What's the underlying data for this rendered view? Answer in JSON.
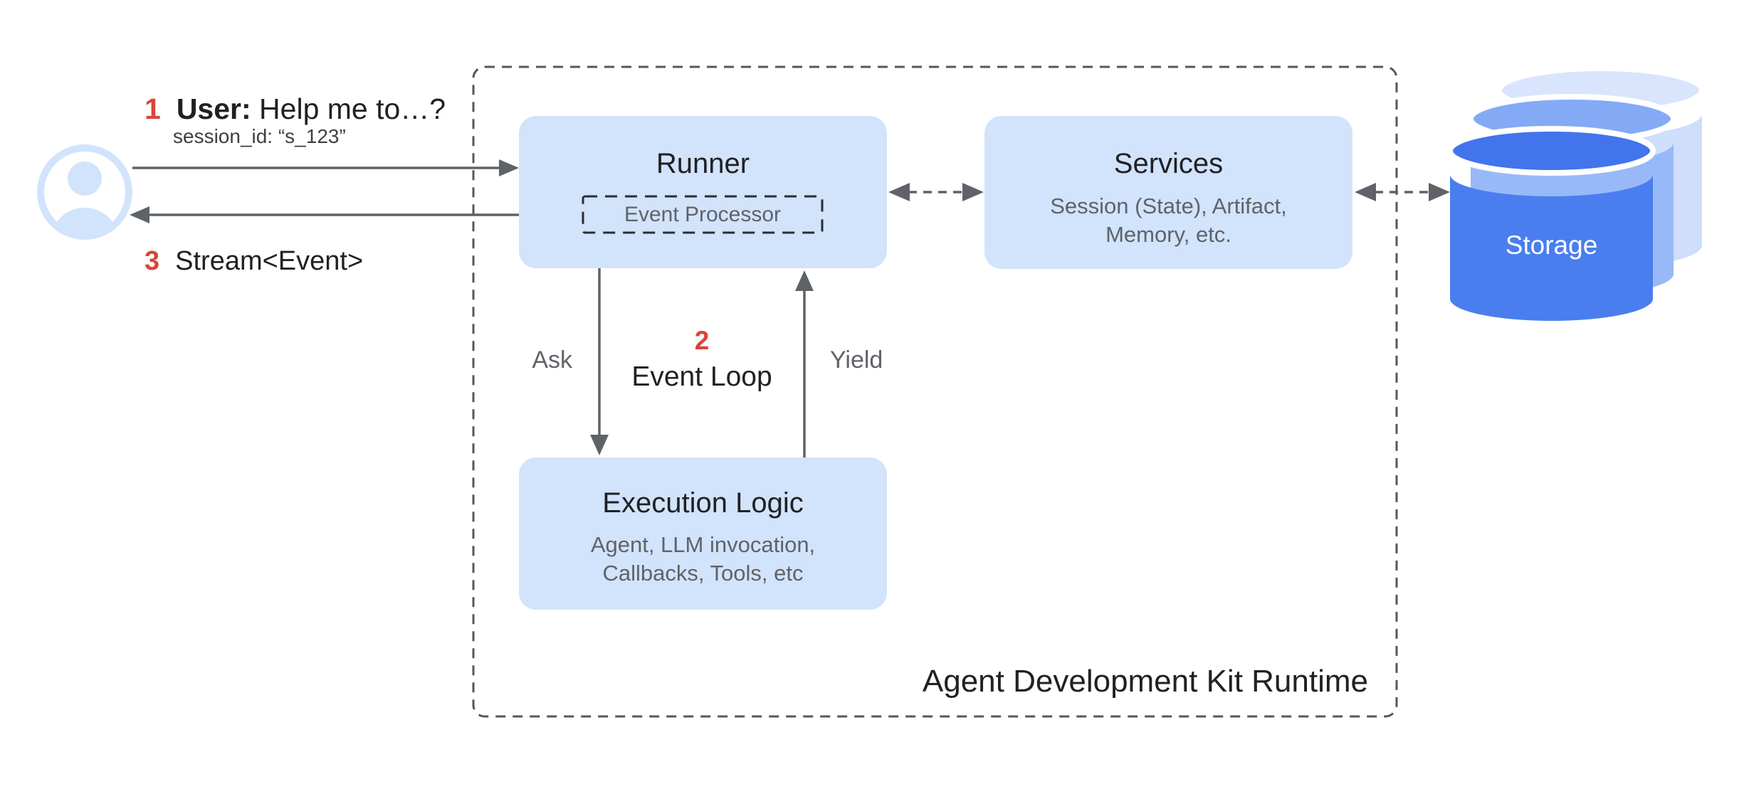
{
  "diagram_title": "Agent Development Kit Runtime",
  "colors": {
    "accent_red": "#DB4437",
    "box_blue": "#D2E3FC",
    "title_text": "#202124",
    "muted_text": "#5F6368",
    "arrow_gray": "#5F6368",
    "storage_front_blue": "#4A7EEE",
    "storage_mid_blue": "#98B9F8",
    "storage_back_blue": "#D9E5FD",
    "background": "#FFFFFF"
  },
  "user_flow": {
    "step1_number": "1",
    "step1_actor": "User:",
    "step1_message": "Help me to…?",
    "session_id": "session_id: “s_123”",
    "step3_number": "3",
    "step3_message": "Stream<Event>"
  },
  "runtime": {
    "container_label": "Agent Development Kit Runtime",
    "runner": {
      "title": "Runner",
      "event_processor_label": "Event Processor"
    },
    "services": {
      "title": "Services",
      "subtitle_line1": "Session (State), Artifact,",
      "subtitle_line2": "Memory, etc."
    },
    "execution_logic": {
      "title": "Execution Logic",
      "subtitle_line1": "Agent, LLM invocation,",
      "subtitle_line2": "Callbacks, Tools, etc"
    },
    "event_loop": {
      "step_number": "2",
      "label": "Event Loop",
      "ask_label": "Ask",
      "yield_label": "Yield"
    }
  },
  "storage": {
    "label": "Storage"
  },
  "icons": {
    "user": "user-avatar-icon",
    "storage": "storage-database-icon",
    "request_arrow": "arrow-right-icon",
    "response_arrow": "arrow-left-icon",
    "ask_arrow": "arrow-down-icon",
    "yield_arrow": "arrow-up-icon",
    "runner_services_link": "dashed-double-arrow-icon",
    "services_storage_link": "dashed-double-arrow-icon"
  }
}
